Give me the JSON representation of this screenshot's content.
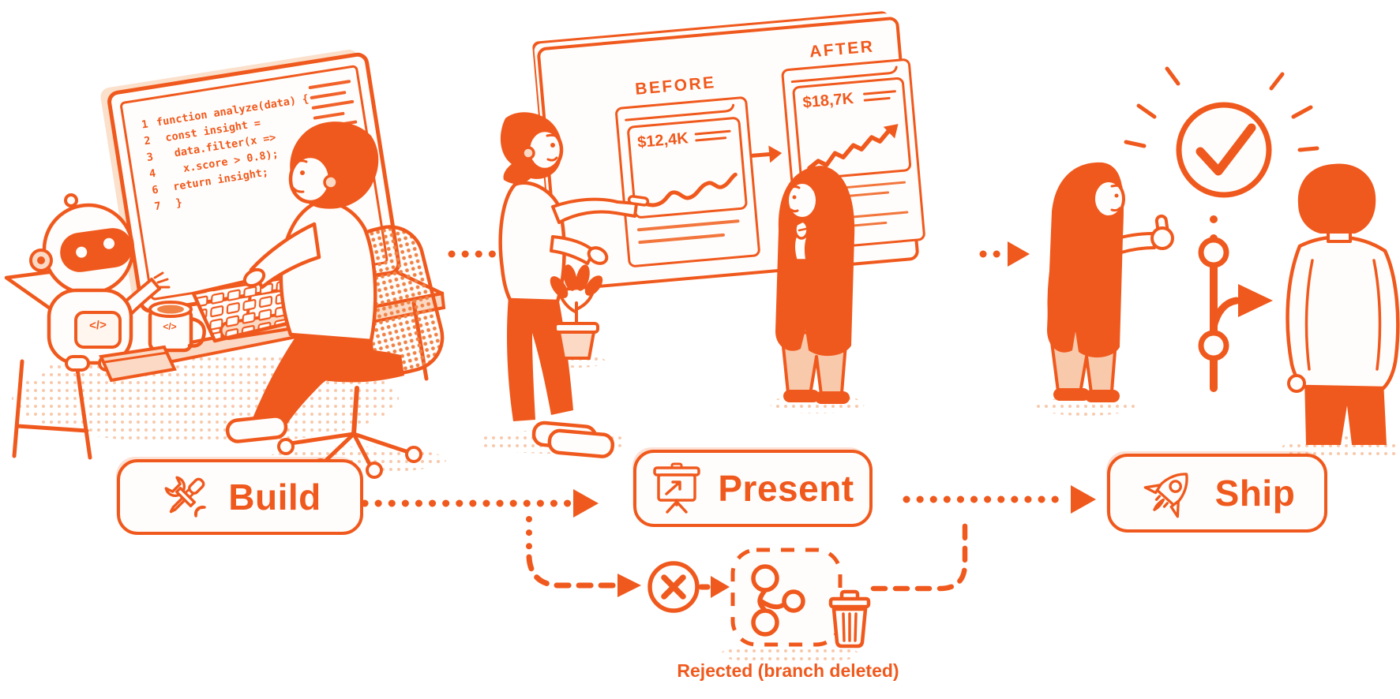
{
  "palette": {
    "primary": "#F0591D",
    "mid_orange": "#F2763D",
    "halftone": "#F5AE85",
    "skin_shade": "#FBD9C4",
    "pants_light": "#F9C9AB",
    "paper": "#FFFDFB"
  },
  "scene_build": {
    "robot_chest_label": "</>",
    "mug_label": "</>",
    "code_lines": [
      {
        "num": "1",
        "text": "function analyze(data) {"
      },
      {
        "num": "2",
        "text": " const insight ="
      },
      {
        "num": "3",
        "text": "  data.filter(x =>"
      },
      {
        "num": "4",
        "text": "   x.score > 0.8);"
      },
      {
        "num": "6",
        "text": " return insight;"
      },
      {
        "num": "7",
        "text": " }"
      }
    ]
  },
  "whiteboard": {
    "before_label": "BEFORE",
    "before_value": "$12,4K",
    "after_label": "AFTER",
    "after_value": "$18,7K"
  },
  "steps": {
    "build": {
      "label": "Build",
      "icon": "tools-icon"
    },
    "present": {
      "label": "Present",
      "icon": "projection-screen-icon"
    },
    "ship": {
      "label": "Ship",
      "icon": "rocket-icon"
    }
  },
  "rejected_caption": "Rejected (branch deleted)",
  "icons": {
    "approve": "check-circle-icon",
    "reject": "x-circle-icon",
    "branch": "git-share-icon",
    "merge": "git-merge-icon",
    "delete": "trash-icon"
  }
}
